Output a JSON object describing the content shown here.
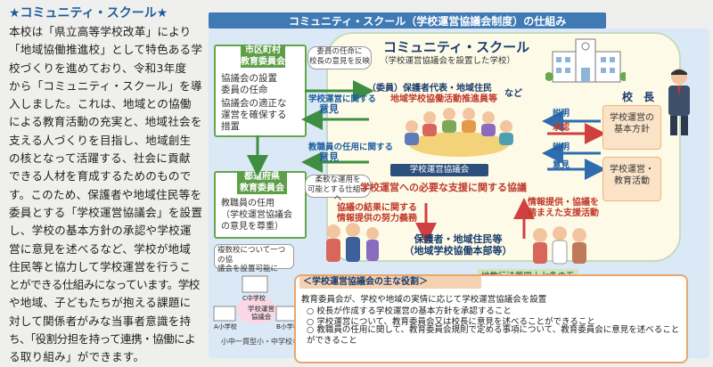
{
  "left": {
    "title": "★コミュニティ・スクール★",
    "lines": [
      "本校は「県立高等学校改革」により",
      "「地域協働推進校」として特色ある学",
      "校づくりを進めており、令和3年度",
      "から「コミュニティ・スクール」を導",
      "入しました。これは、地域との協働",
      "による教育活動の充実と、地域社会を",
      "支える人づくりを目指し、地域創生",
      "の核となって活躍する、社会に貢献",
      "できる人材を育成するためのもので",
      "す。このため、保護者や地域住民等を",
      "委員とする「学校運営協議会」を設置",
      "し、学校の基本方針の承認や学校運",
      "営に意見を述べるなど、学校が地域",
      "住民等と協力して学校運営を行うこ",
      "とができる仕組みになっています。学校",
      "や地域、子どもたちが抱える課題に",
      "対して関係者がみな当事者意識を持",
      "ち、「役割分担を持って連携・協働によ",
      "る取り組み」ができます。"
    ]
  },
  "diagram": {
    "header": "コミュニティ・スクール（学校運営協議会制度）の仕組み",
    "cs_title": "コミュニティ・スクール",
    "cs_subtitle": "（学校運営協議会を設置した学校）",
    "members_label": "（委員）保護者代表・地域住民",
    "members_label_red": "地域学校協働活動推進員等",
    "members_etc": "など",
    "council_label": "学校運営協議会",
    "support_label": "学校運営への必要な支援に関する協議",
    "city_board": {
      "title": "市区町村\n教育委員会",
      "item1": "協議会の設置\n委員の任命",
      "item2": "協議会の適正な\n運営を確保する\n措置"
    },
    "pref_board": {
      "title": "都道府県\n教育委員会",
      "item1": "教職員の任用\n（学校運営協議会\nの意見を尊重）"
    },
    "notes": {
      "appoint": "委員の任命に\n校長の意見を反映",
      "flexible": "柔軟な運用を\n可能とする仕組みへ",
      "multi_school": "複数校について一つの協\n議会を設置可能に"
    },
    "arrows": {
      "opinion1_label": "学校運営に関する",
      "opinion1": "意見",
      "opinion2_label": "教職員の任用に関する",
      "opinion2": "意見",
      "explain1": "説明",
      "approve": "承認",
      "explain2": "説明",
      "opinion3": "意見"
    },
    "principal": {
      "title": "校　長",
      "policy": "学校運営の\n基本方針",
      "activity": "学校運営・\n教育活動"
    },
    "info_left": "協議の結果に関する\n情報提供の努力義務",
    "info_right": "情報提供・協議を\n踏まえた支援活動",
    "community": "保護者・地域住民等\n（地域学校協働本部等）",
    "law": "地教行法第四十七条の五",
    "schools": {
      "c": "C中学校",
      "a": "A小学校",
      "b": "B小学校",
      "council": "学校運営\n協議会",
      "caption": "小中一貫型小・中学校など"
    },
    "roles": {
      "title": "＜学校運営協議会の主な役割＞",
      "intro": "教育委員会が、学校や地域の実情に応じて学校運営協議会を設置",
      "items": [
        "校長が作成する学校運営の基本方針を承認すること",
        "学校運営について、教育委員会又は校長に意見を述べることができること",
        "教職員の任用に関して、教育委員会規則で定める事項について、教育委員会に意見を述べることができること"
      ]
    }
  }
}
